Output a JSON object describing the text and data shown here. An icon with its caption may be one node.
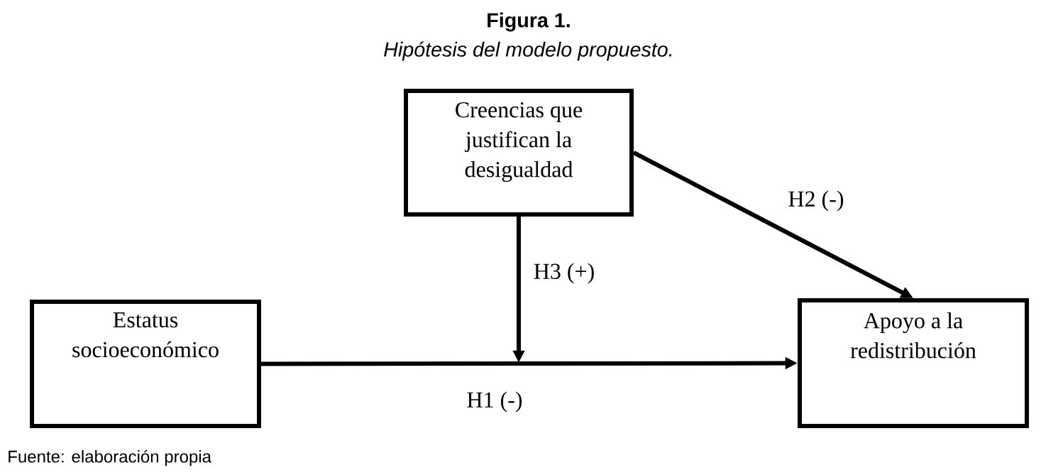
{
  "diagram": {
    "title": "Figura 1.",
    "caption": "Hipótesis del modelo propuesto.",
    "nodes": [
      {
        "text": [
          "Creencias que justifican la desigualdad"
        ]
      },
      {
        "text": [
          "Estatus socioeconómico"
        ]
      },
      {
        "text": [
          "Apoyo a la redistribución"
        ]
      }
    ],
    "edges": [
      {
        "from": 1,
        "to": 2,
        "arrow": "to",
        "label": "H1 (-)"
      },
      {
        "from": 0,
        "to": 2,
        "arrow": "to",
        "label": "H2 (-)"
      },
      {
        "from": 0,
        "to": null,
        "arrow": "to",
        "label": "H3 (+)"
      }
    ],
    "labels": [
      "Fuente: elaboración propia"
    ]
  }
}
